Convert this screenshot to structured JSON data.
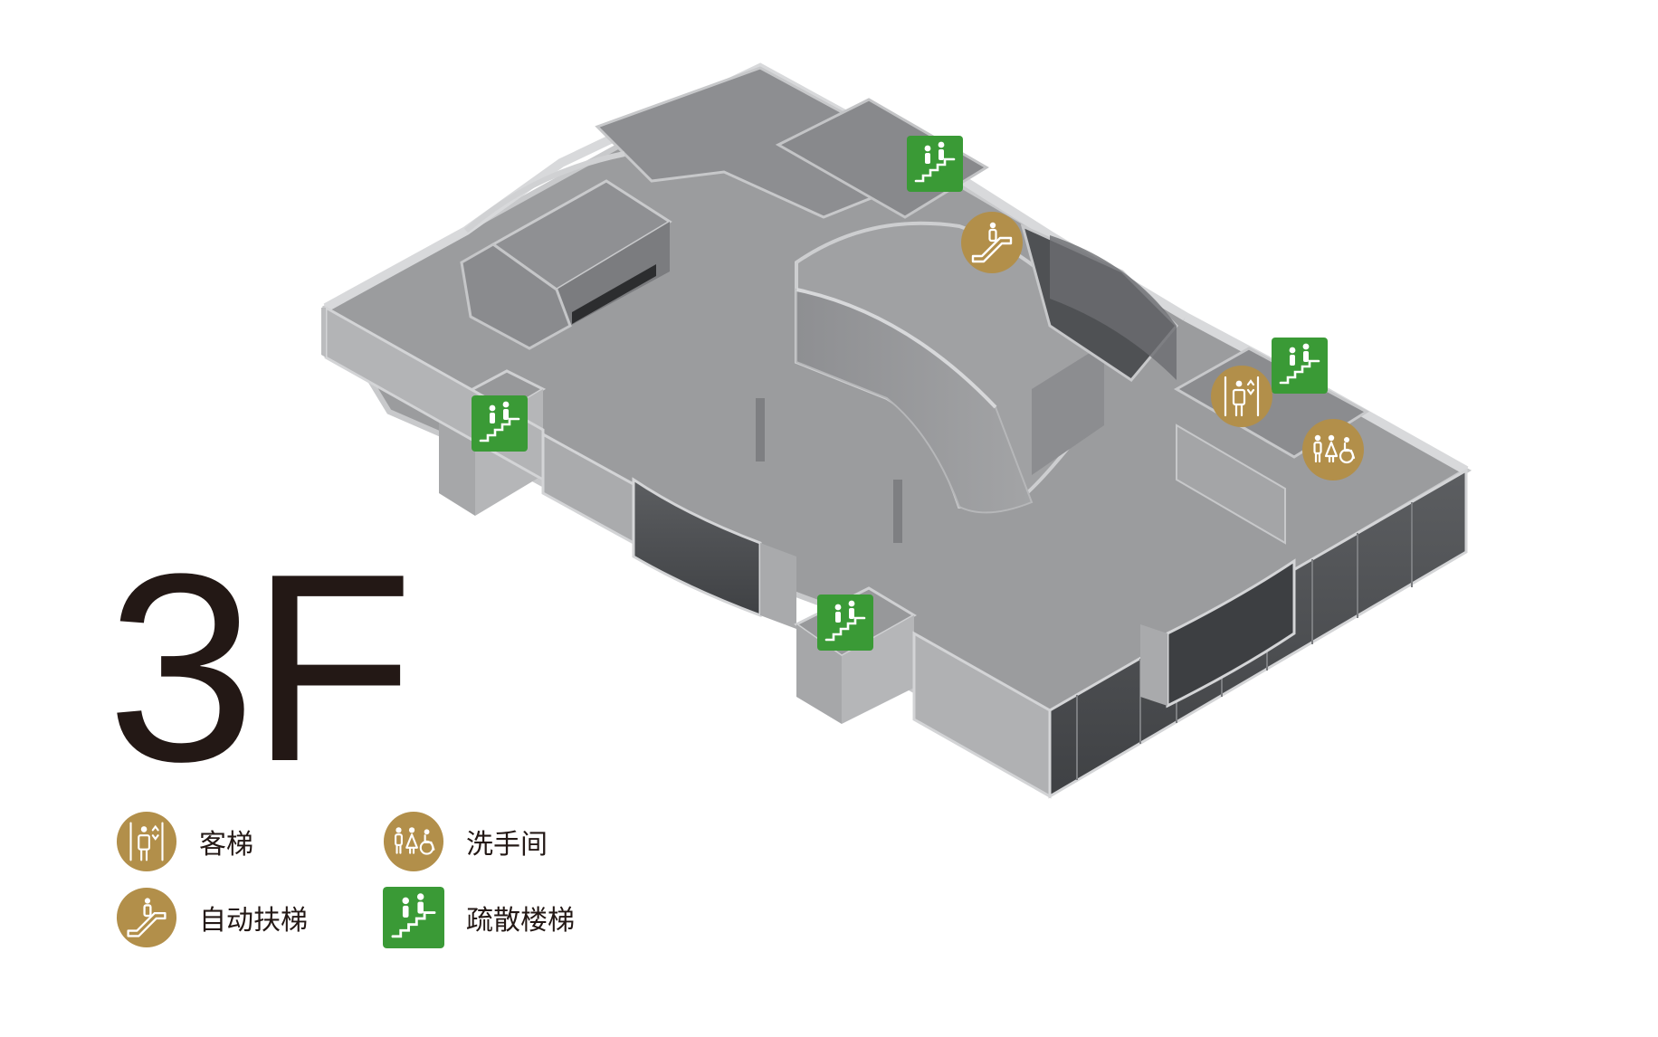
{
  "floor": {
    "label": "3F"
  },
  "legend": {
    "items": [
      {
        "id": "passenger-elevator",
        "label": "客梯",
        "icon": "passenger-elevator-icon",
        "color": "#B28F4A"
      },
      {
        "id": "toilet",
        "label": "洗手间",
        "icon": "toilet-icon",
        "color": "#B28F4A"
      },
      {
        "id": "escalator",
        "label": "自动扶梯",
        "icon": "escalator-icon",
        "color": "#B28F4A"
      },
      {
        "id": "evacuation-stairs",
        "label": "疏散楼梯",
        "icon": "evacuation-stairs-icon",
        "color": "#3A9A36"
      }
    ]
  },
  "colors": {
    "gold": "#B28F4A",
    "green": "#3A9A36",
    "floor": "#9B9C9E",
    "wall_top": "#D5D6D8",
    "wall_side": "#A9AAAC",
    "text": "#231815"
  }
}
